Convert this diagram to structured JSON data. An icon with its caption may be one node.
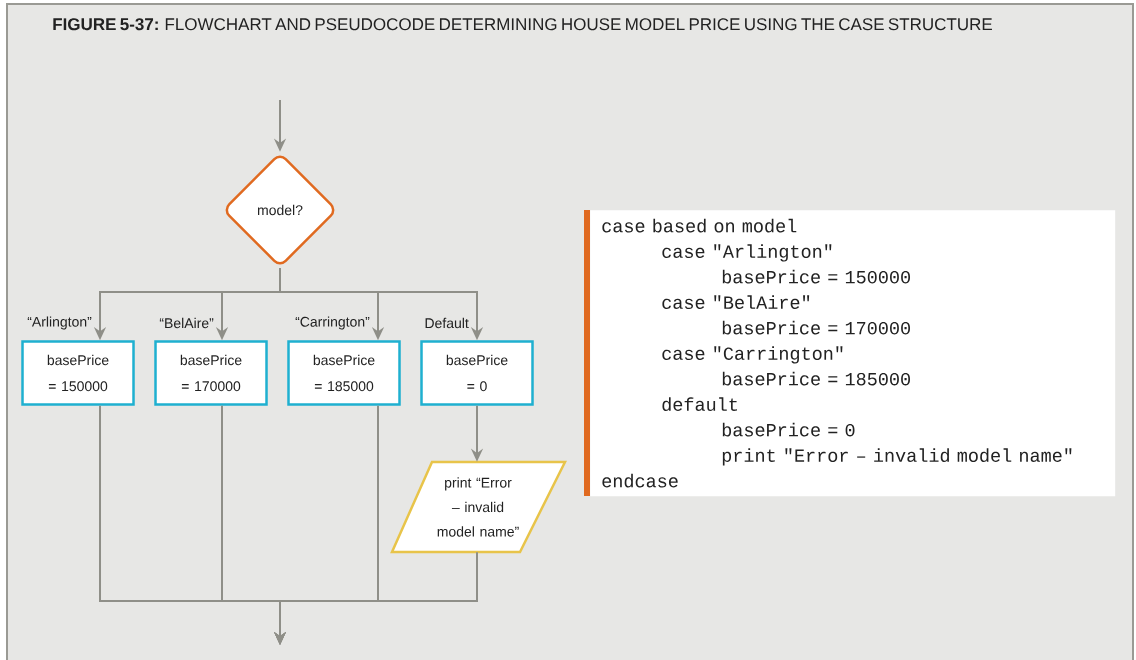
{
  "diagram": {
    "title": "**FIGURE 5-37:** FLOWCHART AND PSEUDOCODE DETERMINING HOUSE MODEL PRICE USING THE CASE STRUCTURE",
    "nodes": [
      {
        "text": [
          "model?"
        ]
      },
      {
        "text": [
          "basePrice = 150000"
        ]
      },
      {
        "text": [
          "basePrice = 170000"
        ]
      },
      {
        "text": [
          "basePrice = 185000"
        ]
      },
      {
        "text": [
          "basePrice = 0"
        ]
      },
      {
        "text": [
          "print “Error – invalid model name”"
        ]
      },
      {
        "text": [
          "case based on model",
          "case \"Arlington\"",
          "basePrice = 150000",
          "case \"BelAire\"",
          "basePrice = 170000",
          "case \"Carrington\"",
          "basePrice = 185000",
          "default",
          "basePrice = 0",
          "print \"Error – invalid model name\"",
          "endcase"
        ]
      }
    ],
    "edges": [
      {
        "from": null,
        "to": 0,
        "arrow": "to"
      },
      {
        "from": 0,
        "to": 1,
        "arrow": "to",
        "label": "“Arlington”"
      },
      {
        "from": 0,
        "to": 2,
        "arrow": "to",
        "label": "“BelAire”"
      },
      {
        "from": 0,
        "to": 3,
        "arrow": "to",
        "label": "“Carrington”"
      },
      {
        "from": 0,
        "to": 4,
        "arrow": "to",
        "label": "Default"
      },
      {
        "from": 4,
        "to": 5,
        "arrow": "to"
      },
      {
        "from": 1,
        "to": null,
        "arrow": "to"
      },
      {
        "from": 2,
        "to": null,
        "arrow": "to"
      },
      {
        "from": 3,
        "to": null,
        "arrow": "to"
      },
      {
        "from": 5,
        "to": null,
        "arrow": "to"
      }
    ]
  }
}
